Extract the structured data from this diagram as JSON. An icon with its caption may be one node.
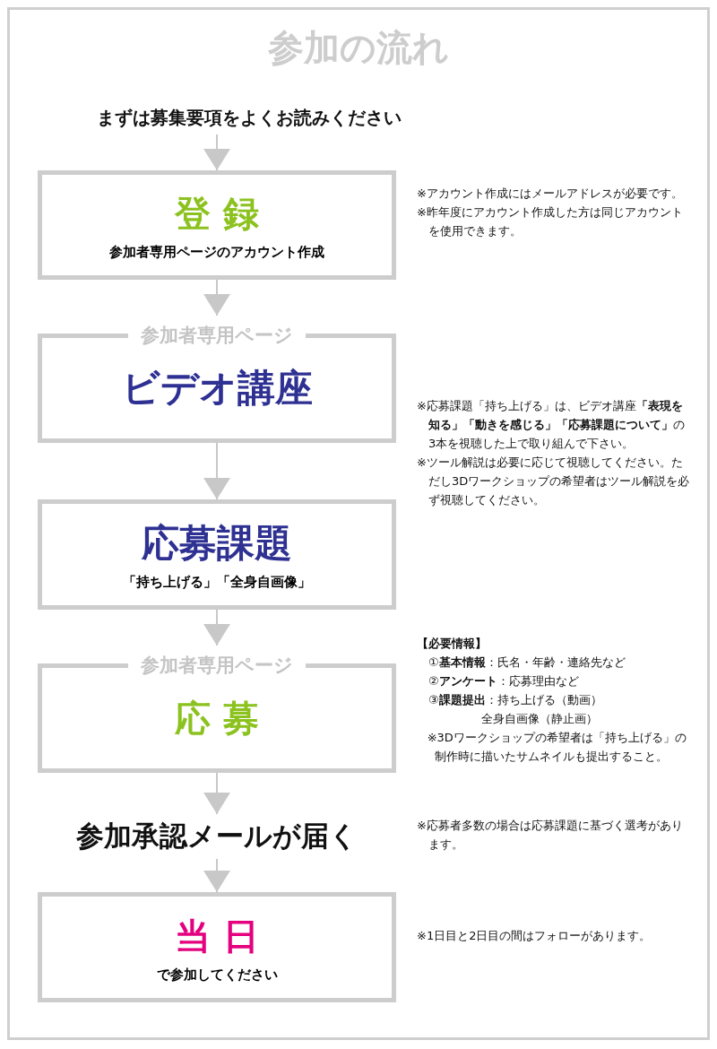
{
  "diagram": {
    "title": "参加の流れ",
    "nodes": [
      {
        "text": [
          "まずは募集要項をよくお読みください"
        ]
      },
      {
        "text": [
          "登 録",
          "参加者専用ページのアカウント作成"
        ],
        "beside": [
          "※アカウント作成にはメールアドレスが必要です。",
          "※昨年度にアカウント作成した方は同じアカウントを使用できます。"
        ]
      },
      {
        "text": [
          "参加者専用ページ",
          "ビデオ講座"
        ],
        "beside": [
          "※応募課題「持ち上げる」は、ビデオ講座**「表現を知る」「動きを感じる」「応募課題について」**の3本を視聴した上で取り組んで下さい。",
          "※ツール解説は必要に応じて視聴してください。ただし3Dワークショップの希望者はツール解説を必ず視聴してください。"
        ]
      },
      {
        "text": [
          "応募課題",
          "「持ち上げる」「全身自画像」"
        ]
      },
      {
        "text": [
          "参加者専用ページ",
          "応 募"
        ],
        "beside": [
          "【必要情報】",
          "①**基本情報**：氏名・年齢・連絡先など",
          "②**アンケート**：応募理由など",
          "③**課題提出**：持ち上げる（動画）",
          "全身自画像（静止画）",
          "※3Dワークショップの希望者は「持ち上げる」の制作時に描いたサムネイルも提出すること。"
        ]
      },
      {
        "text": [
          "参加承認メールが届く"
        ]
      },
      {
        "text": [
          "当 日",
          "で参加してください"
        ],
        "beside": [
          "※1日目と2日目の間はフォローがあります。"
        ]
      }
    ],
    "edges": [
      {
        "from": 0,
        "to": 1,
        "arrow": "to"
      },
      {
        "from": 1,
        "to": 2,
        "arrow": "to"
      },
      {
        "from": 2,
        "to": 3,
        "arrow": "to"
      },
      {
        "from": 3,
        "to": 4,
        "arrow": "to"
      },
      {
        "from": 4,
        "to": 5,
        "arrow": "to"
      },
      {
        "from": 5,
        "to": 6,
        "arrow": "to"
      }
    ],
    "labels": [
      "※応募者多数の場合は応募課題に基づく選考があります。"
    ]
  }
}
